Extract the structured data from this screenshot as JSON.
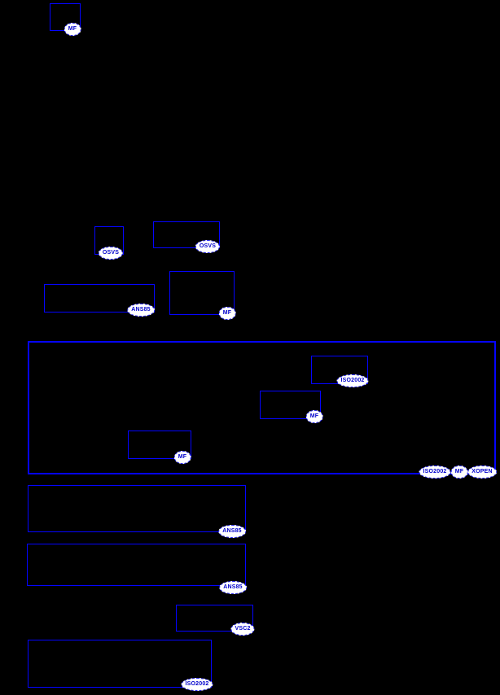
{
  "page": {
    "background": "#000000",
    "line_color": "#0404ff",
    "tag": {
      "background": "#ffffff",
      "border_color": "#3333ff",
      "text_color": "#0000cc"
    }
  },
  "diagram": {
    "boxes": [
      {
        "id": "box-mf-top",
        "tags": [
          "MF"
        ]
      },
      {
        "id": "box-osvs-small",
        "tags": [
          "OSVS"
        ]
      },
      {
        "id": "box-osvs-wide",
        "tags": [
          "OSVS"
        ]
      },
      {
        "id": "box-ans85-format",
        "tags": [
          "ANS85"
        ]
      },
      {
        "id": "box-mf-format",
        "tags": [
          "MF"
        ]
      },
      {
        "id": "box-group",
        "tags": [
          "ISO2002",
          "MF",
          "XOPEN"
        ],
        "children": [
          {
            "id": "box-iso2002-inner",
            "tags": [
              "ISO2002"
            ]
          },
          {
            "id": "box-mf-inner-upper",
            "tags": [
              "MF"
            ]
          },
          {
            "id": "box-mf-inner-lower",
            "tags": [
              "MF"
            ]
          }
        ]
      },
      {
        "id": "box-ans85-upper",
        "tags": [
          "ANS85"
        ]
      },
      {
        "id": "box-ans85-lower",
        "tags": [
          "ANS85"
        ]
      },
      {
        "id": "box-vsc2",
        "tags": [
          "VSC2"
        ]
      },
      {
        "id": "box-iso2002-bottom",
        "tags": [
          "ISO2002"
        ]
      }
    ]
  }
}
